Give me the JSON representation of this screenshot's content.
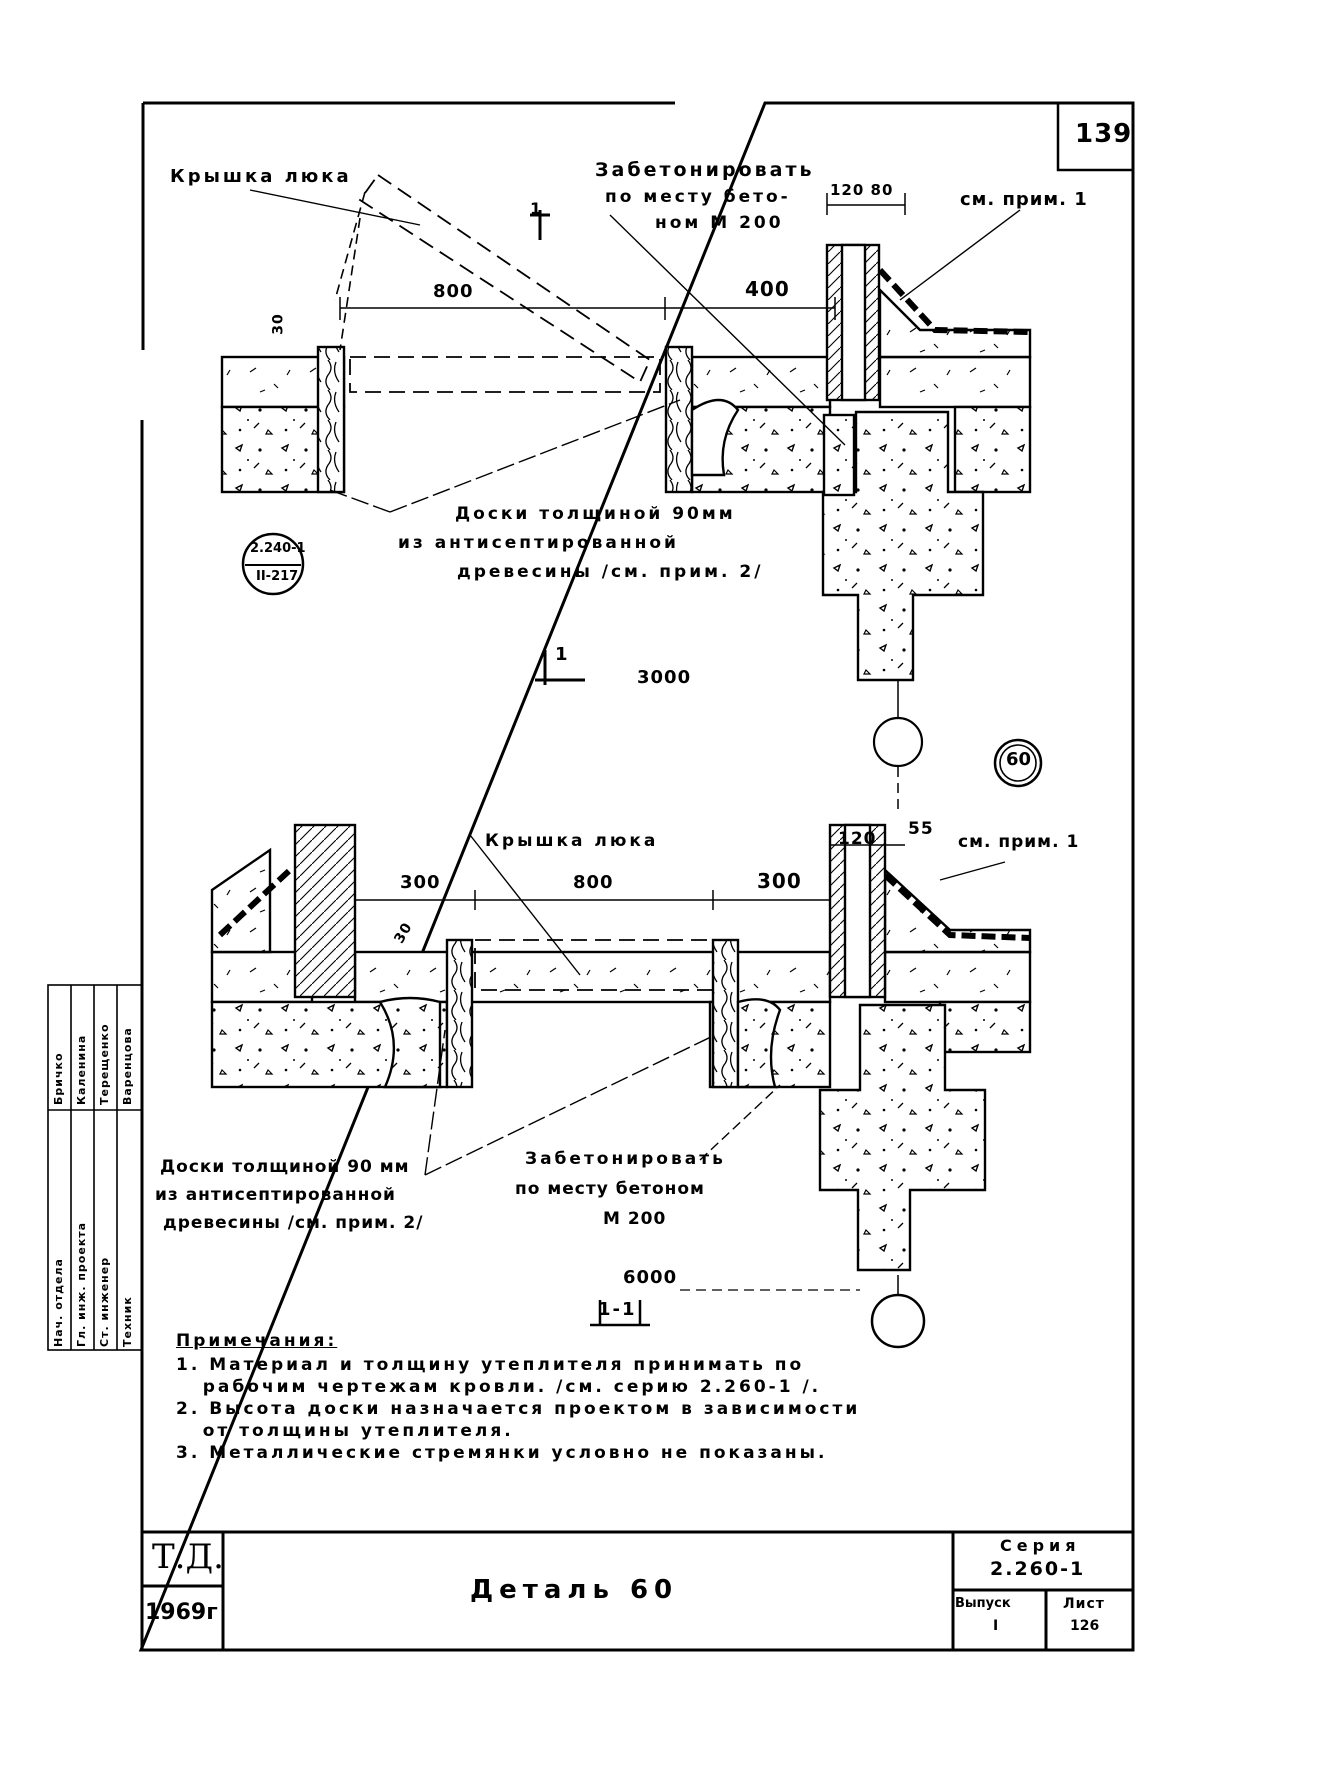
{
  "sheet_number": "139",
  "top_section": {
    "lid_label": "Крышка люка",
    "concrete_note": [
      "Забетонировать",
      "по месту бето-",
      "ном М 200"
    ],
    "dim_wall": "120 80",
    "ref_note": "см. прим. 1",
    "dim_hatch": "800",
    "dim_offset": "400",
    "dim_30": "30",
    "cut_mark": "1",
    "boards_note": [
      "Доски толщиной 90мм",
      "из антисептированной",
      "древесины /см. прим. 2/"
    ],
    "cut_mark_lower": "1",
    "span": "3000",
    "ref_circle": [
      "2.240-1",
      "II-217"
    ]
  },
  "detail_number": "60",
  "bottom_section": {
    "lid_label": "Крышка люка",
    "dim_wall": "120",
    "dim_55": "55",
    "ref_note": "см. прим. 1",
    "dims": [
      "300",
      "800",
      "300"
    ],
    "dim_30": "30",
    "boards_note": [
      "Доски толщиной 90 мм",
      "из антисептированной",
      "древесины /см. прим. 2/"
    ],
    "concrete_note": [
      "Забетонировать",
      "по месту бетоном",
      "М 200"
    ],
    "span": "6000",
    "section_label": "1-1"
  },
  "notes": {
    "heading": "Примечания:",
    "items": [
      "1. Материал и толщину утеплителя принимать по",
      "   рабочим чертежам кровли. /см. серию 2.260-1 /.",
      "2. Высота доски назначается проектом в зависимости",
      "   от толщины утеплителя.",
      "3. Металлические стремянки условно не показаны."
    ]
  },
  "side_stamp": [
    "Нач. отдела",
    "Гл. инж. проекта",
    "Ст. инженер",
    "Техник",
    "Бричко",
    "Каленина",
    "Терещенко",
    "Варенцова"
  ],
  "title_block": {
    "org": "Т.Д.",
    "year": "1969г",
    "title": "Деталь 60",
    "series_label": "Серия",
    "series_value": "2.260-1",
    "issue_label": "Выпуск",
    "issue_value": "I",
    "sheet_label": "Лист",
    "sheet_value": "126"
  }
}
